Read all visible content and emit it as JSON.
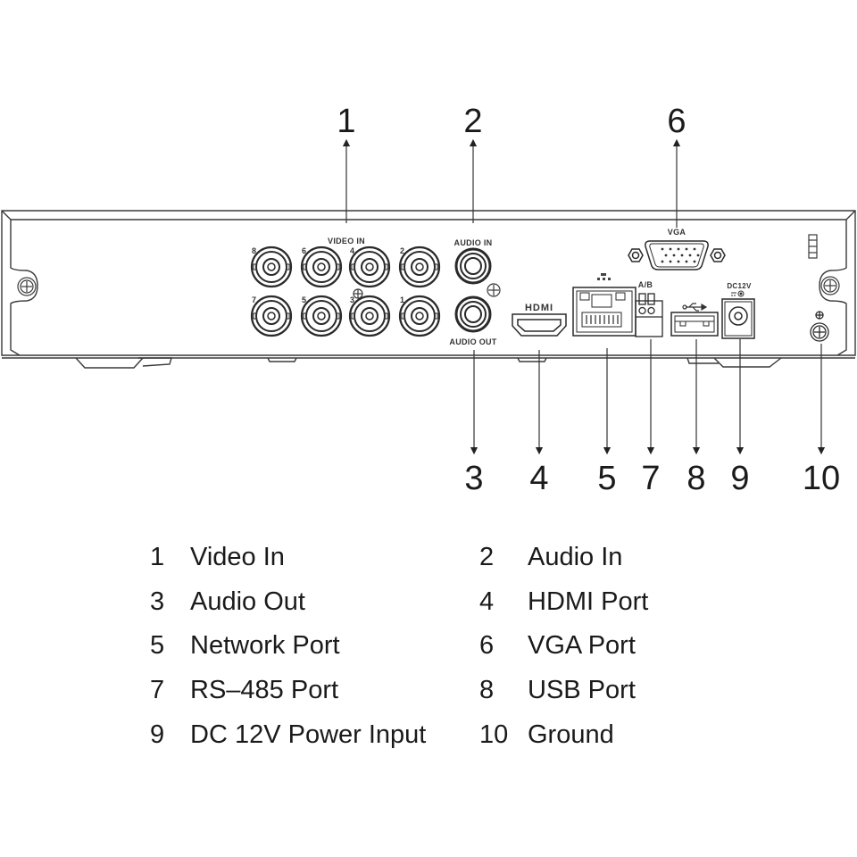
{
  "title": "DVR Rear Panel Diagram",
  "panel_labels": {
    "video_in": "VIDEO IN",
    "audio_in": "AUDIO IN",
    "audio_out": "AUDIO OUT",
    "hdmi": "HDMI",
    "vga": "VGA",
    "rs485": "A/B",
    "dc": "DC12V"
  },
  "video_channels_top": [
    "8",
    "6",
    "4",
    "2"
  ],
  "video_channels_bottom": [
    "7",
    "5",
    "3",
    "1"
  ],
  "callouts": [
    {
      "num": "1",
      "dir": "up"
    },
    {
      "num": "2",
      "dir": "up"
    },
    {
      "num": "6",
      "dir": "up"
    },
    {
      "num": "3",
      "dir": "down"
    },
    {
      "num": "4",
      "dir": "down"
    },
    {
      "num": "5",
      "dir": "down"
    },
    {
      "num": "7",
      "dir": "down"
    },
    {
      "num": "8",
      "dir": "down"
    },
    {
      "num": "9",
      "dir": "down"
    },
    {
      "num": "10",
      "dir": "down"
    }
  ],
  "legend": [
    {
      "num": "1",
      "label": "Video In"
    },
    {
      "num": "2",
      "label": "Audio In"
    },
    {
      "num": "3",
      "label": "Audio Out"
    },
    {
      "num": "4",
      "label": "HDMI Port"
    },
    {
      "num": "5",
      "label": "Network Port"
    },
    {
      "num": "6",
      "label": "VGA Port"
    },
    {
      "num": "7",
      "label": "RS–485 Port"
    },
    {
      "num": "8",
      "label": "USB Port"
    },
    {
      "num": "9",
      "label": "DC 12V Power Input"
    },
    {
      "num": "10",
      "label": "Ground"
    }
  ],
  "colors": {
    "line": "#3a3a3a",
    "text": "#1a1a1a",
    "background": "#ffffff"
  }
}
